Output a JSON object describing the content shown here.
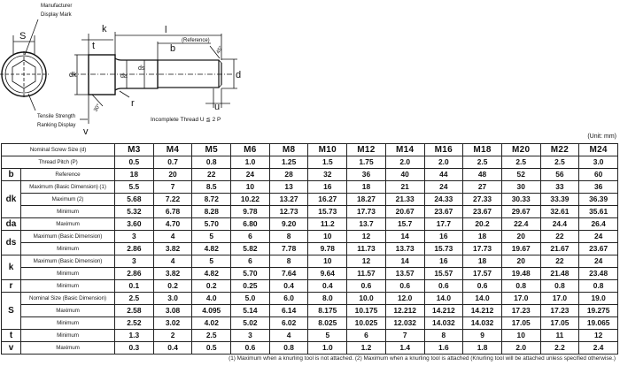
{
  "drawing": {
    "manufacturer_mark": [
      "Manufacturer",
      "Display Mark"
    ],
    "tensile_display": [
      "Tensile Strength",
      "Ranking Display"
    ],
    "labels": {
      "S": "S",
      "k": "k",
      "t": "t",
      "l": "l",
      "b": "b",
      "reference": "(Reference)",
      "dk": "dk",
      "da": "da",
      "ds": "ds",
      "d": "d",
      "r": "r",
      "u": "u",
      "v": "v",
      "angle30": "30°",
      "angle45": "45°"
    },
    "incomplete_thread": "Incomplete Thread  U ≦ 2 P"
  },
  "unit": "(Unit:  mm)",
  "table": {
    "header_label": "Nominal Screw Size (d)",
    "sizes": [
      "M3",
      "M4",
      "M5",
      "M6",
      "M8",
      "M10",
      "M12",
      "M14",
      "M16",
      "M18",
      "M20",
      "M22",
      "M24"
    ],
    "pitch_label": "Thread Pitch (P)",
    "pitch": [
      "0.5",
      "0.7",
      "0.8",
      "1.0",
      "1.25",
      "1.5",
      "1.75",
      "2.0",
      "2.0",
      "2.5",
      "2.5",
      "2.5",
      "3.0"
    ],
    "groups": [
      {
        "symbol": "b",
        "rows": [
          {
            "label": "Reference",
            "values": [
              "18",
              "20",
              "22",
              "24",
              "28",
              "32",
              "36",
              "40",
              "44",
              "48",
              "52",
              "56",
              "60"
            ]
          }
        ]
      },
      {
        "symbol": "dk",
        "rows": [
          {
            "label": "Maximum (Basic Dimension) (1)",
            "values": [
              "5.5",
              "7",
              "8.5",
              "10",
              "13",
              "16",
              "18",
              "21",
              "24",
              "27",
              "30",
              "33",
              "36"
            ]
          },
          {
            "label": "Maximum (2)",
            "values": [
              "5.68",
              "7.22",
              "8.72",
              "10.22",
              "13.27",
              "16.27",
              "18.27",
              "21.33",
              "24.33",
              "27.33",
              "30.33",
              "33.39",
              "36.39"
            ]
          },
          {
            "label": "Minimum",
            "values": [
              "5.32",
              "6.78",
              "8.28",
              "9.78",
              "12.73",
              "15.73",
              "17.73",
              "20.67",
              "23.67",
              "23.67",
              "29.67",
              "32.61",
              "35.61"
            ]
          }
        ]
      },
      {
        "symbol": "da",
        "rows": [
          {
            "label": "Maximum",
            "values": [
              "3.60",
              "4.70",
              "5.70",
              "6.80",
              "9.20",
              "11.2",
              "13.7",
              "15.7",
              "17.7",
              "20.2",
              "22.4",
              "24.4",
              "26.4"
            ]
          }
        ]
      },
      {
        "symbol": "ds",
        "rows": [
          {
            "label": "Maximum (Basic Dimension)",
            "values": [
              "3",
              "4",
              "5",
              "6",
              "8",
              "10",
              "12",
              "14",
              "16",
              "18",
              "20",
              "22",
              "24"
            ]
          },
          {
            "label": "Minimum",
            "values": [
              "2.86",
              "3.82",
              "4.82",
              "5.82",
              "7.78",
              "9.78",
              "11.73",
              "13.73",
              "15.73",
              "17.73",
              "19.67",
              "21.67",
              "23.67"
            ]
          }
        ]
      },
      {
        "symbol": "k",
        "rows": [
          {
            "label": "Maximum (Basic Dimension)",
            "values": [
              "3",
              "4",
              "5",
              "6",
              "8",
              "10",
              "12",
              "14",
              "16",
              "18",
              "20",
              "22",
              "24"
            ]
          },
          {
            "label": "Minimum",
            "values": [
              "2.86",
              "3.82",
              "4.82",
              "5.70",
              "7.64",
              "9.64",
              "11.57",
              "13.57",
              "15.57",
              "17.57",
              "19.48",
              "21.48",
              "23.48"
            ]
          }
        ]
      },
      {
        "symbol": "r",
        "rows": [
          {
            "label": "Minimum",
            "values": [
              "0.1",
              "0.2",
              "0.2",
              "0.25",
              "0.4",
              "0.4",
              "0.6",
              "0.6",
              "0.6",
              "0.6",
              "0.8",
              "0.8",
              "0.8"
            ]
          }
        ]
      },
      {
        "symbol": "S",
        "rows": [
          {
            "label": "Nominal Size (Basic Dimension)",
            "values": [
              "2.5",
              "3.0",
              "4.0",
              "5.0",
              "6.0",
              "8.0",
              "10.0",
              "12.0",
              "14.0",
              "14.0",
              "17.0",
              "17.0",
              "19.0"
            ]
          },
          {
            "label": "Maximum",
            "values": [
              "2.58",
              "3.08",
              "4.095",
              "5.14",
              "6.14",
              "8.175",
              "10.175",
              "12.212",
              "14.212",
              "14.212",
              "17.23",
              "17.23",
              "19.275"
            ]
          },
          {
            "label": "Minimum",
            "values": [
              "2.52",
              "3.02",
              "4.02",
              "5.02",
              "6.02",
              "8.025",
              "10.025",
              "12.032",
              "14.032",
              "14.032",
              "17.05",
              "17.05",
              "19.065"
            ]
          }
        ]
      },
      {
        "symbol": "t",
        "rows": [
          {
            "label": "Minimum",
            "values": [
              "1.3",
              "2",
              "2.5",
              "3",
              "4",
              "5",
              "6",
              "7",
              "8",
              "9",
              "10",
              "11",
              "12"
            ]
          }
        ]
      },
      {
        "symbol": "v",
        "rows": [
          {
            "label": "Maximum",
            "values": [
              "0.3",
              "0.4",
              "0.5",
              "0.6",
              "0.8",
              "1.0",
              "1.2",
              "1.4",
              "1.6",
              "1.8",
              "2.0",
              "2.2",
              "2.4"
            ]
          }
        ]
      }
    ]
  },
  "footnote": "(1) Maximum when a knurling tool is not attached. (2) Maximum when a knurling tool is attached (Knurling tool will be attached unless specified otherwise.)"
}
